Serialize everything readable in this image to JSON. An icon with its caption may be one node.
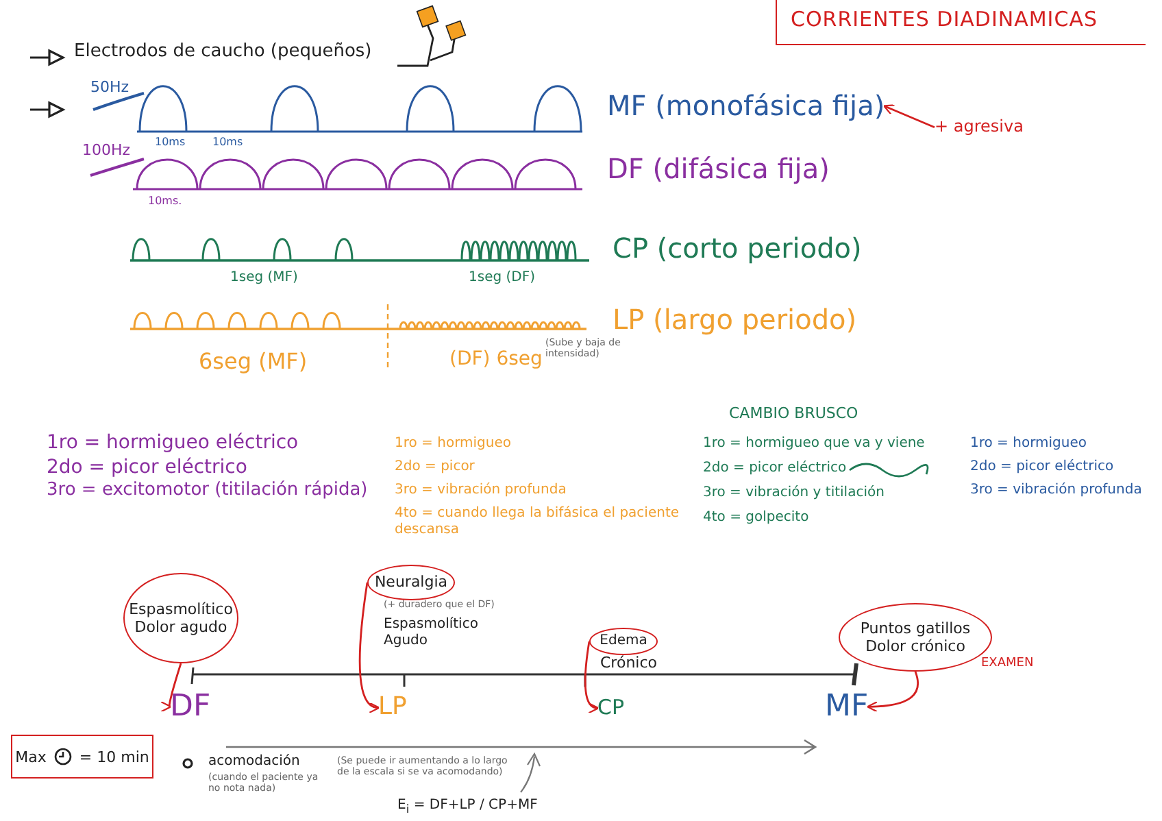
{
  "diagram": {
    "title": "CORRIENTES DIADINAMICAS",
    "nodes": [
      {
        "text": [
          "MF (monofásica fija)"
        ]
      },
      {
        "text": [
          "+ agresiva"
        ]
      },
      {
        "text": [
          "DF (difásica fija)"
        ]
      },
      {
        "text": [
          "CP (corto periodo)"
        ]
      },
      {
        "text": [
          "LP (largo periodo)"
        ]
      },
      {
        "text": [
          "Espasmolítico",
          "Dolor agudo"
        ]
      },
      {
        "text": [
          "Neuralgia"
        ]
      },
      {
        "text": [
          "Edema"
        ]
      },
      {
        "text": [
          "Puntos gatillos",
          "Dolor crónico"
        ]
      },
      {
        "text": [
          "DF"
        ]
      },
      {
        "text": [
          "LP"
        ]
      },
      {
        "text": [
          "CP"
        ]
      },
      {
        "text": [
          "MF"
        ]
      },
      {
        "text": [
          "Max",
          "= 10 min"
        ]
      }
    ],
    "edges": [
      {
        "from": 1,
        "to": 0,
        "arrow": "to"
      },
      {
        "from": 5,
        "to": 9,
        "arrow": "to"
      },
      {
        "from": 6,
        "to": 10,
        "arrow": "to"
      },
      {
        "from": 7,
        "to": 11,
        "arrow": "to"
      },
      {
        "from": 8,
        "to": 12,
        "arrow": "to"
      }
    ],
    "labels": [
      "Electrodos de caucho (pequeños)",
      "50Hz",
      "10ms",
      "10ms",
      "100Hz",
      "10ms.",
      "1seg (MF)",
      "1seg (DF)",
      "6seg (MF)",
      "(DF) 6seg",
      "(Sube y baja de intensidad)",
      "1ro = hormigueo eléctrico",
      "2do = picor eléctrico",
      "3ro = excitomotor (titilación rápida)",
      "1ro = hormigueo",
      "2do = picor",
      "3ro = vibración profunda",
      "4to = cuando llega la bifásica el paciente descansa",
      "CAMBIO BRUSCO",
      "1ro = hormigueo que va y viene",
      "2do = picor eléctrico",
      "3ro = vibración y titilación",
      "4to = golpecito",
      "1ro = hormigueo",
      "2do = picor eléctrico",
      "3ro = vibración profunda",
      "(+ duradero que el DF)",
      "Espasmolítico Agudo",
      "Crónico",
      "EXAMEN",
      "acomodación",
      "(cuando el paciente ya no nota nada)",
      "(Se puede ir aumentando a lo largo de la escala si se va acomodando)",
      "E$_{i}$ = DF+LP / CP+MF"
    ]
  }
}
